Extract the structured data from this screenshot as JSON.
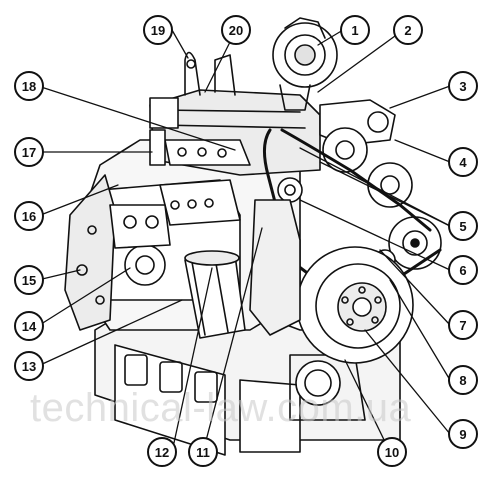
{
  "callouts": [
    {
      "id": "1",
      "label": "1"
    },
    {
      "id": "2",
      "label": "2"
    },
    {
      "id": "3",
      "label": "3"
    },
    {
      "id": "4",
      "label": "4"
    },
    {
      "id": "5",
      "label": "5"
    },
    {
      "id": "6",
      "label": "6"
    },
    {
      "id": "7",
      "label": "7"
    },
    {
      "id": "8",
      "label": "8"
    },
    {
      "id": "9",
      "label": "9"
    },
    {
      "id": "10",
      "label": "10"
    },
    {
      "id": "11",
      "label": "11"
    },
    {
      "id": "12",
      "label": "12"
    },
    {
      "id": "13",
      "label": "13"
    },
    {
      "id": "14",
      "label": "14"
    },
    {
      "id": "15",
      "label": "15"
    },
    {
      "id": "16",
      "label": "16"
    },
    {
      "id": "17",
      "label": "17"
    },
    {
      "id": "18",
      "label": "18"
    },
    {
      "id": "19",
      "label": "19"
    },
    {
      "id": "20",
      "label": "20"
    }
  ],
  "watermark": "technical-law.com.ua",
  "colors": {
    "ink": "#111111",
    "watermark": "#c9c9c9",
    "background": "#ffffff"
  }
}
